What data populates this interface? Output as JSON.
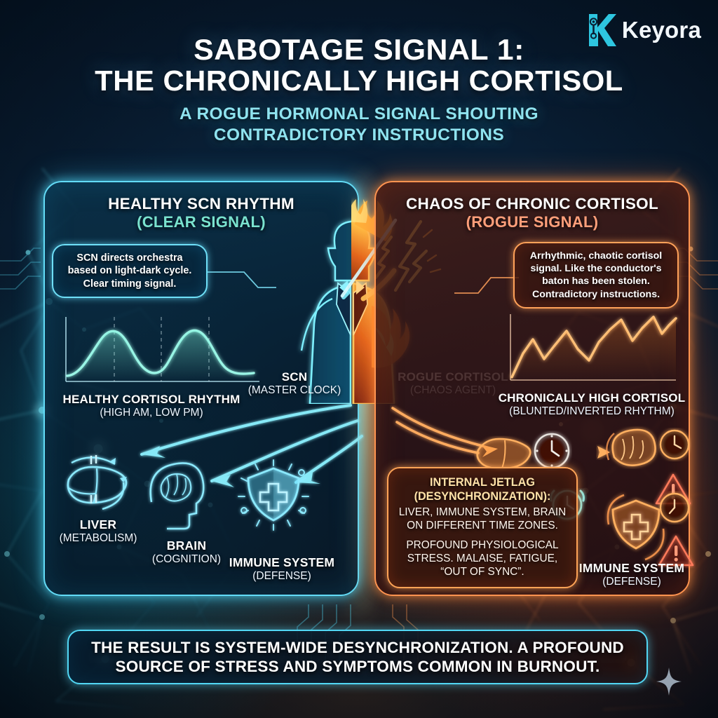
{
  "brand": {
    "name": "Keyora",
    "mark": "keyora-k-logo",
    "accent": "#2ec6e0"
  },
  "header": {
    "title_line1": "SABOTAGE SIGNAL 1:",
    "title_line2": "THE CHRONICALLY HIGH CORTISOL",
    "subtitle_line1": "A ROGUE HORMONAL SIGNAL SHOUTING",
    "subtitle_line2": "CONTRADICTORY INSTRUCTIONS"
  },
  "left_panel": {
    "heading": "HEALTHY SCN RHYTHM",
    "subheading": "(CLEAR SIGNAL)",
    "accent": "#63dcf7",
    "sub_accent": "#7ae3cf",
    "callout": "SCN directs orchestra based on light-dark cycle. Clear timing signal.",
    "chart_caption_1": "HEALTHY CORTISOL RHYTHM",
    "chart_caption_2": "(HIGH AM, LOW PM)",
    "figure_label_1": "SCN",
    "figure_label_2": "(MASTER CLOCK)",
    "organs": [
      {
        "icon": "liver-icon",
        "name": "LIVER",
        "role": "(METABOLISM)"
      },
      {
        "icon": "brain-head-icon",
        "name": "BRAIN",
        "role": "(COGNITION)"
      },
      {
        "icon": "shield-cross-icon",
        "name": "IMMUNE SYSTEM",
        "role": "(DEFENSE)"
      }
    ]
  },
  "right_panel": {
    "heading": "CHAOS OF CHRONIC CORTISOL",
    "subheading": "(ROGUE SIGNAL)",
    "accent": "#ff9450",
    "sub_accent": "#ff9f7a",
    "callout": "Arrhythmic, chaotic cortisol signal. Like the conductor's baton has been stolen. Contradictory instructions.",
    "chart_caption_1": "CHRONICALLY HIGH CORTISOL",
    "chart_caption_2": "(BLUNTED/INVERTED RHYTHM)",
    "figure_label_1": "ROGUE CORTISOL",
    "figure_label_2": "(CHAOS AGENT)",
    "jetlag_title_1": "INTERNAL JETLAG",
    "jetlag_title_2": "(DESYNCHRONIZATION):",
    "jetlag_body_1": "LIVER, IMMUNE SYSTEM, BRAIN ON DIFFERENT TIME ZONES.",
    "jetlag_body_2": "PROFOUND PHYSIOLOGICAL STRESS. MALAISE, FATIGUE, “OUT OF SYNC”.",
    "organs": [
      {
        "icon": "liver-icon",
        "name": "",
        "role": ""
      },
      {
        "icon": "brain-icon",
        "name": "",
        "role": ""
      },
      {
        "icon": "shield-cross-icon",
        "name": "IMMUNE SYSTEM",
        "role": "(DEFENSE)"
      }
    ],
    "status_icons": [
      "clock-icon",
      "alarm-clock-icon",
      "warning-triangle-icon"
    ]
  },
  "banner": {
    "line1": "THE RESULT IS SYSTEM-WIDE DESYNCHRONIZATION. A PROFOUND",
    "line2": "SOURCE OF STRESS AND SYMPTOMS COMMON IN BURNOUT."
  },
  "chart_data": [
    {
      "type": "line",
      "id": "healthy-cortisol-rhythm",
      "title": "HEALTHY CORTISOL RHYTHM",
      "subtitle": "(HIGH AM, LOW PM)",
      "xlabel": "",
      "ylabel": "",
      "grid": true,
      "gridlines_x": [
        0.25,
        0.5,
        0.75
      ],
      "legend": "none",
      "color": "#8ef0e4",
      "xlim": [
        0,
        1
      ],
      "ylim": [
        0,
        1
      ],
      "x": [
        0.0,
        0.05,
        0.1,
        0.15,
        0.2,
        0.25,
        0.3,
        0.35,
        0.4,
        0.45,
        0.5,
        0.55,
        0.6,
        0.65,
        0.7,
        0.75,
        0.8,
        0.85,
        0.9,
        0.95,
        1.0
      ],
      "values": [
        0.2,
        0.26,
        0.44,
        0.68,
        0.85,
        0.9,
        0.84,
        0.66,
        0.45,
        0.31,
        0.25,
        0.29,
        0.44,
        0.66,
        0.84,
        0.9,
        0.84,
        0.65,
        0.44,
        0.3,
        0.26
      ]
    },
    {
      "type": "line",
      "id": "chronically-high-cortisol",
      "title": "CHRONICALLY HIGH CORTISOL",
      "subtitle": "(BLUNTED/INVERTED RHYTHM)",
      "xlabel": "",
      "ylabel": "",
      "grid": false,
      "legend": "none",
      "color": "#ffc27a",
      "xlim": [
        0,
        1
      ],
      "ylim": [
        0,
        1
      ],
      "x": [
        0.0,
        0.06,
        0.12,
        0.18,
        0.24,
        0.31,
        0.37,
        0.44,
        0.5,
        0.56,
        0.62,
        0.68,
        0.74,
        0.8,
        0.86,
        0.92,
        1.0
      ],
      "values": [
        0.08,
        0.33,
        0.52,
        0.3,
        0.46,
        0.65,
        0.4,
        0.28,
        0.55,
        0.72,
        0.9,
        0.62,
        0.78,
        0.95,
        0.7,
        0.8,
        0.92
      ]
    }
  ]
}
